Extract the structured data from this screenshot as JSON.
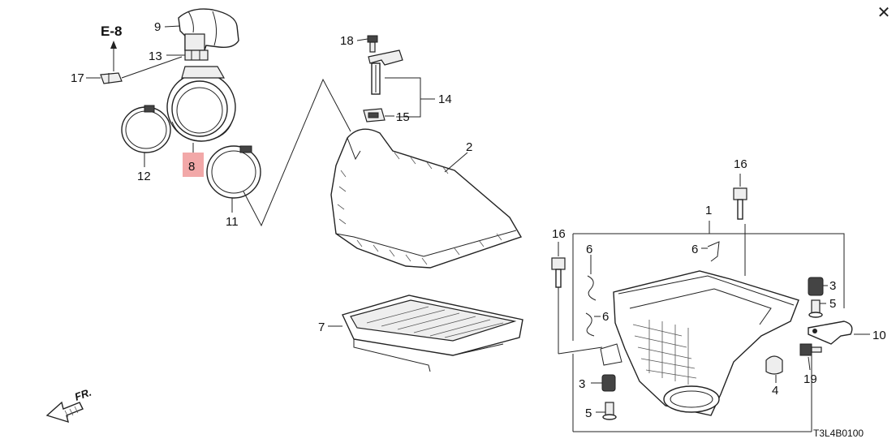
{
  "diagram": {
    "diagram_code": "T3L4B0100",
    "reference": "E-8",
    "direction": "FR.",
    "highlighted_callout": "8",
    "close_icon": "close-icon",
    "callouts": {
      "c1": "1",
      "c2": "2",
      "c3a": "3",
      "c3b": "3",
      "c4": "4",
      "c5a": "5",
      "c5b": "5",
      "c6a": "6",
      "c6b": "6",
      "c6c": "6",
      "c7": "7",
      "c8": "8",
      "c9": "9",
      "c10": "10",
      "c11": "11",
      "c12": "12",
      "c13": "13",
      "c14": "14",
      "c15": "15",
      "c16a": "16",
      "c16b": "16",
      "c17": "17",
      "c18": "18",
      "c19": "19"
    }
  },
  "colors": {
    "highlight": "#f2a8a8",
    "line": "#222222"
  }
}
